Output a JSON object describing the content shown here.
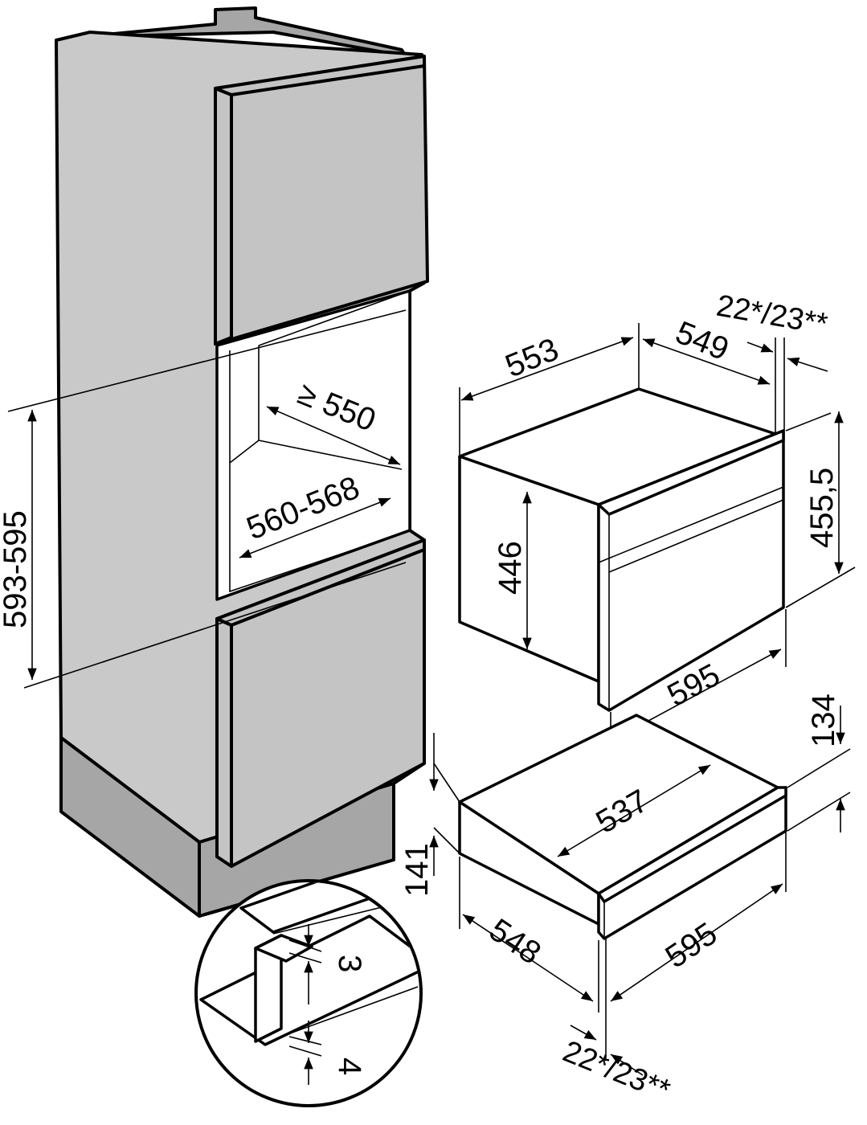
{
  "dimensions": {
    "niche_depth": "≥ 550",
    "niche_width": "560-568",
    "niche_height": "593-595",
    "appliance_depth": "553",
    "appliance_body_depth": "549",
    "front_thickness_top": "22*/23**",
    "appliance_height_outer": "455,5",
    "appliance_height_inner": "446",
    "appliance_width": "595",
    "drawer_inner_width": "537",
    "drawer_height_front": "134",
    "drawer_height_body": "141",
    "drawer_depth": "548",
    "drawer_width": "595",
    "front_thickness_bottom": "22*/23**",
    "gap_top": "3",
    "gap_bottom": "4"
  }
}
